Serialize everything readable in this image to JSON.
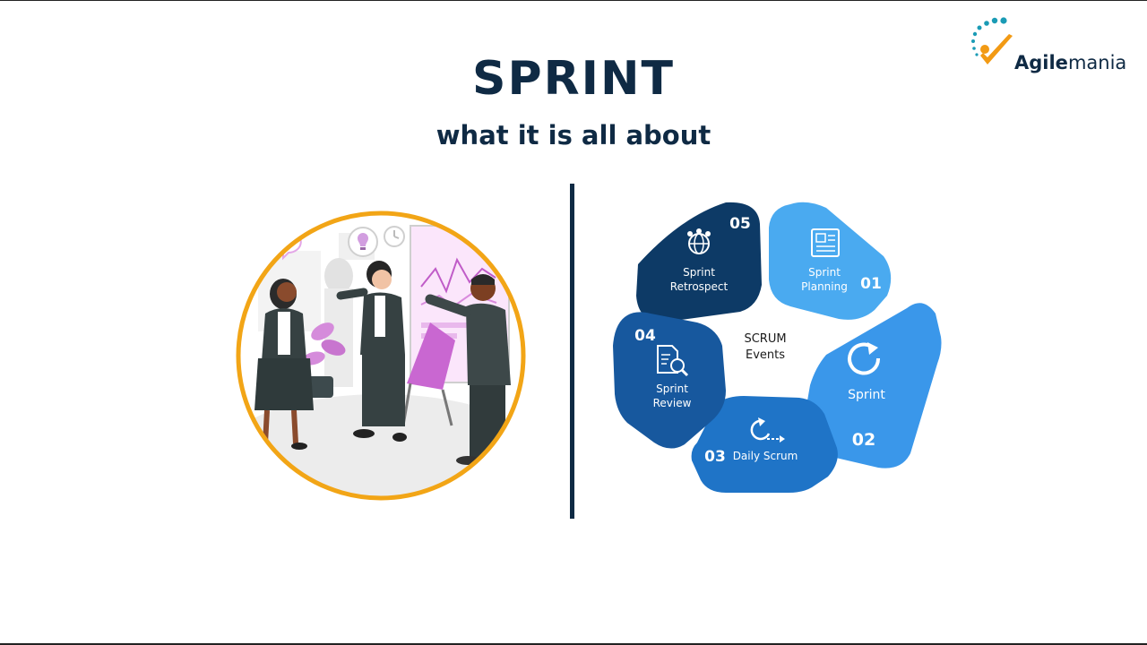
{
  "header": {
    "title": "SPRINT",
    "subtitle": "what it is all about"
  },
  "logo": {
    "brand_bold": "Agile",
    "brand_light": "mania"
  },
  "diagram": {
    "center_line1": "SCRUM",
    "center_line2": "Events",
    "segments": [
      {
        "number": "01",
        "label_line1": "Sprint",
        "label_line2": "Planning",
        "icon": "document-icon",
        "color": "#4aaaf0"
      },
      {
        "number": "02",
        "label_line1": "Sprint",
        "label_line2": "",
        "icon": "refresh-icon",
        "color": "#3a97ea"
      },
      {
        "number": "03",
        "label_line1": "Daily Scrum",
        "label_line2": "",
        "icon": "cycle-arrow-icon",
        "color": "#1f74c7"
      },
      {
        "number": "04",
        "label_line1": "Sprint",
        "label_line2": "Review",
        "icon": "magnifier-doc-icon",
        "color": "#17589e"
      },
      {
        "number": "05",
        "label_line1": "Sprint",
        "label_line2": "Retrospect",
        "icon": "team-globe-icon",
        "color": "#0d3a66"
      }
    ]
  },
  "colors": {
    "title": "#0f2a44",
    "ring": "#f2a516",
    "logo_teal": "#1a9bb5",
    "logo_orange": "#f29a14"
  }
}
